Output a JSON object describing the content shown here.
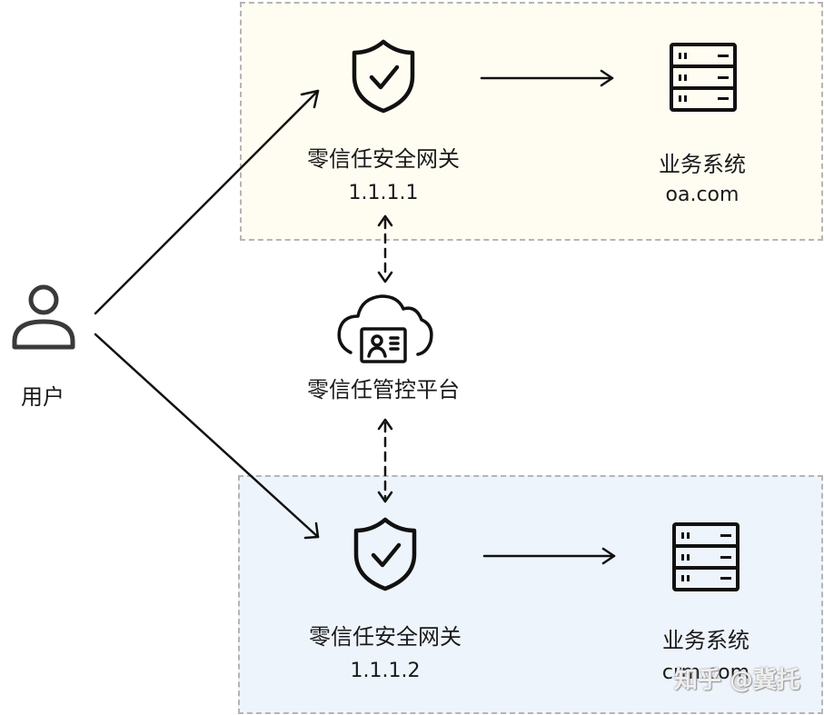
{
  "zones": {
    "top": {
      "fill": "#fffdf2",
      "border": "#b5b5b5"
    },
    "bottom": {
      "fill": "#eef4fb",
      "border": "#b5b5b5"
    }
  },
  "user": {
    "label": "用户",
    "icon": "user-icon"
  },
  "gateway_top": {
    "label": "零信任安全网关",
    "ip": "1.1.1.1",
    "icon": "shield-check-icon"
  },
  "system_top": {
    "label": "业务系统",
    "domain": "oa.com",
    "icon": "server-icon"
  },
  "control_platform": {
    "label": "零信任管控平台",
    "icon": "cloud-id-card-icon"
  },
  "gateway_bottom": {
    "label": "零信任安全网关",
    "ip": "1.1.1.2",
    "icon": "shield-check-icon"
  },
  "system_bottom": {
    "label": "业务系统",
    "domain": "crm.com",
    "icon": "server-icon"
  },
  "watermark": {
    "text": "知乎 @冀托"
  },
  "connections": [
    {
      "from": "user",
      "to": "gateway_top",
      "style": "solid",
      "direction": "forward"
    },
    {
      "from": "user",
      "to": "gateway_bottom",
      "style": "solid",
      "direction": "forward"
    },
    {
      "from": "gateway_top",
      "to": "system_top",
      "style": "solid",
      "direction": "forward"
    },
    {
      "from": "gateway_bottom",
      "to": "system_bottom",
      "style": "solid",
      "direction": "forward"
    },
    {
      "from": "gateway_top",
      "to": "control_platform",
      "style": "dashed",
      "direction": "both"
    },
    {
      "from": "control_platform",
      "to": "gateway_bottom",
      "style": "dashed",
      "direction": "both"
    }
  ]
}
